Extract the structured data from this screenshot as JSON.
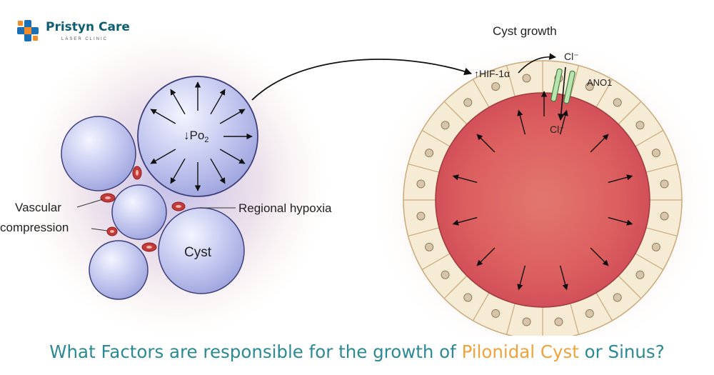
{
  "brand": {
    "name": "Pristyn Care",
    "subtitle": "LASER CLINIC",
    "colors": {
      "blue": "#1b6fb5",
      "orange": "#f28c28",
      "teal": "#0d5e73"
    }
  },
  "diagram": {
    "po2_label": "↓Po",
    "po2_sub": "2",
    "cyst_label": "Cyst",
    "vascular_line1": "Vascular",
    "vascular_line2": "compression",
    "hypoxia_label": "Regional hypoxia",
    "growth_title": "Cyst growth",
    "hif_label": "↑HIF-1α",
    "cl_top": "Cl⁻",
    "cl_bottom": "Cl⁻",
    "ano_label": "ANO1",
    "colors": {
      "bubble": "#b9bde9",
      "lumen": "#d8595a",
      "cell": "#f6ebd4",
      "vessel": "#c23a3a"
    }
  },
  "headline": {
    "part1": "What Factors are responsible for the growth of ",
    "highlight": "Pilonidal Cyst",
    "part2": " or Sinus?",
    "colors": {
      "text": "#2b8a93",
      "highlight": "#f0a33c"
    }
  }
}
